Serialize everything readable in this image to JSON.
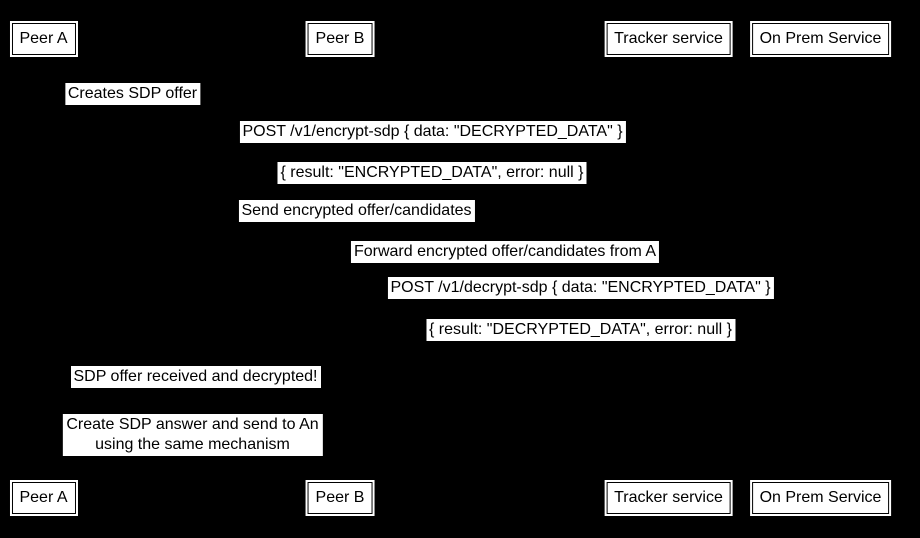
{
  "diagram": {
    "type": "sequence-diagram",
    "colors": {
      "background": "#000000",
      "label_background": "#ffffff",
      "label_text": "#000000",
      "actor_border": "#000000"
    }
  },
  "actors": [
    {
      "label": "Peer A"
    },
    {
      "label": "Peer B"
    },
    {
      "label": "Tracker service"
    },
    {
      "label": "On Prem Service"
    }
  ],
  "events": [
    {
      "text": "Creates SDP offer"
    },
    {
      "text": "POST /v1/encrypt-sdp { data: \"DECRYPTED_DATA\" }"
    },
    {
      "text": "{ result: \"ENCRYPTED_DATA\", error: null }"
    },
    {
      "text": "Send encrypted offer/candidates"
    },
    {
      "text": "Forward encrypted offer/candidates from A"
    },
    {
      "text": "POST /v1/decrypt-sdp { data: \"ENCRYPTED_DATA\" }"
    },
    {
      "text": "{ result: \"DECRYPTED_DATA\", error: null }"
    },
    {
      "text": "SDP offer received and decrypted!"
    },
    {
      "line1": "Create SDP answer and send to An",
      "line2": "using the same mechanism"
    }
  ]
}
